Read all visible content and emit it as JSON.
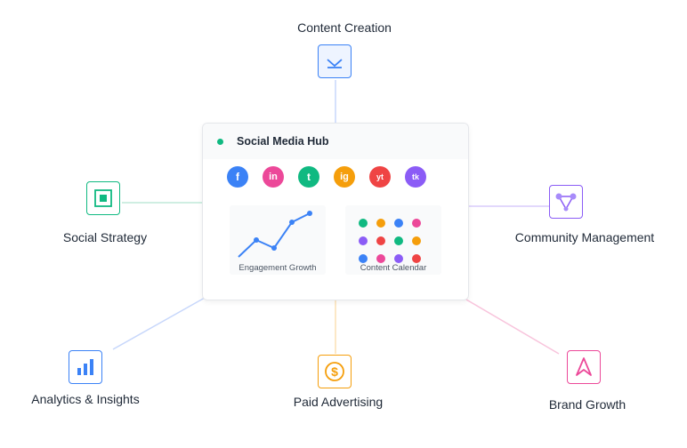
{
  "hub": {
    "title": "Social Media Hub",
    "status_color": "#10b981",
    "socials": [
      {
        "label": "f",
        "color": "#3b82f6",
        "size": "big"
      },
      {
        "label": "in",
        "color": "#ec4899",
        "size": "mid"
      },
      {
        "label": "t",
        "color": "#10b981",
        "size": "big"
      },
      {
        "label": "ig",
        "color": "#f59e0b",
        "size": "mid"
      },
      {
        "label": "yt",
        "color": "#ef4444",
        "size": "small"
      },
      {
        "label": "tk",
        "color": "#8b5cf6",
        "size": "small"
      }
    ],
    "engagement_label": "Engagement Growth",
    "calendar_label": "Content Calendar",
    "calendar_dot_colors": [
      [
        "#10b981",
        "#f59e0b",
        "#3b82f6",
        "#ec4899"
      ],
      [
        "#8b5cf6",
        "#ef4444",
        "#10b981",
        "#f59e0b"
      ],
      [
        "#3b82f6",
        "#ec4899",
        "#8b5cf6",
        "#ef4444"
      ]
    ]
  },
  "nodes": {
    "content_creation": {
      "label": "Content Creation",
      "color": "#3b82f6",
      "icon": "inbox-icon"
    },
    "social_strategy": {
      "label": "Social Strategy",
      "color": "#10b981",
      "icon": "target-square-icon"
    },
    "community_management": {
      "label": "Community Management",
      "color": "#8b5cf6",
      "icon": "network-icon"
    },
    "analytics_insights": {
      "label": "Analytics & Insights",
      "color": "#3b82f6",
      "icon": "bar-chart-icon"
    },
    "paid_advertising": {
      "label": "Paid Advertising",
      "color": "#f59e0b",
      "icon": "dollar-coin-icon"
    },
    "brand_growth": {
      "label": "Brand Growth",
      "color": "#ec4899",
      "icon": "arrow-up-icon"
    }
  }
}
